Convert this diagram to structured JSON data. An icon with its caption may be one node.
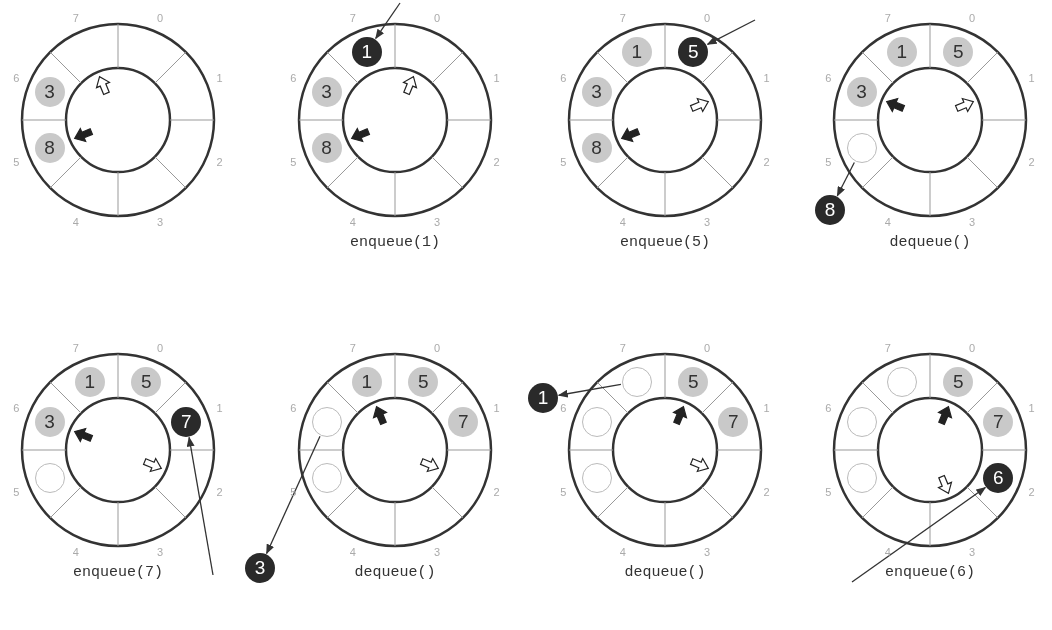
{
  "diagram": {
    "nodes": [
      {
        "text": [],
        "shape": "circle"
      },
      {
        "text": [
          "3"
        ],
        "in": 0
      },
      {
        "text": [
          "8"
        ],
        "in": 0
      },
      {
        "text": [],
        "shape": "circle",
        "beside": [
          "enqueue(1)"
        ]
      },
      {
        "text": [
          "1"
        ],
        "in": 3
      },
      {
        "text": [
          "3"
        ],
        "in": 3
      },
      {
        "text": [
          "8"
        ],
        "in": 3
      },
      {
        "text": [],
        "shape": "circle",
        "beside": [
          "enqueue(5)"
        ]
      },
      {
        "text": [
          "1"
        ],
        "in": 7
      },
      {
        "text": [
          "5"
        ],
        "in": 7
      },
      {
        "text": [
          "3"
        ],
        "in": 7
      },
      {
        "text": [
          "8"
        ],
        "in": 7
      },
      {
        "text": [],
        "shape": "circle",
        "beside": [
          "dequeue()"
        ]
      },
      {
        "text": [
          "1"
        ],
        "in": 12
      },
      {
        "text": [
          "5"
        ],
        "in": 12
      },
      {
        "text": [
          "3"
        ],
        "in": 12
      },
      {
        "text": [],
        "shape": "circle",
        "in": 12
      },
      {
        "text": [
          "8"
        ]
      },
      {
        "text": [],
        "shape": "circle",
        "beside": [
          "enqueue(7)"
        ]
      },
      {
        "text": [
          "1"
        ],
        "in": 18
      },
      {
        "text": [
          "5"
        ],
        "in": 18
      },
      {
        "text": [
          "3"
        ],
        "in": 18
      },
      {
        "text": [
          "7"
        ],
        "in": 18
      },
      {
        "text": [],
        "shape": "circle",
        "in": 18
      },
      {
        "text": [],
        "shape": "circle",
        "beside": [
          "dequeue()"
        ]
      },
      {
        "text": [
          "1"
        ],
        "in": 24
      },
      {
        "text": [
          "5"
        ],
        "in": 24
      },
      {
        "text": [],
        "shape": "circle",
        "in": 24
      },
      {
        "text": [
          "7"
        ],
        "in": 24
      },
      {
        "text": [],
        "shape": "circle",
        "in": 24
      },
      {
        "text": [
          "3"
        ]
      },
      {
        "text": [],
        "shape": "circle",
        "beside": [
          "dequeue()"
        ]
      },
      {
        "text": [
          "1"
        ]
      },
      {
        "text": [],
        "shape": "circle",
        "in": 31
      },
      {
        "text": [
          "5"
        ],
        "in": 31
      },
      {
        "text": [],
        "shape": "circle",
        "in": 31
      },
      {
        "text": [
          "7"
        ],
        "in": 31
      },
      {
        "text": [],
        "shape": "circle",
        "in": 31
      },
      {
        "text": [],
        "shape": "circle",
        "beside": [
          "enqueue(6)"
        ]
      },
      {
        "text": [],
        "shape": "circle",
        "in": 38
      },
      {
        "text": [
          "5"
        ],
        "in": 38
      },
      {
        "text": [],
        "shape": "circle",
        "in": 38
      },
      {
        "text": [
          "7"
        ],
        "in": 38
      },
      {
        "text": [],
        "shape": "circle",
        "in": 38
      },
      {
        "text": [
          "6"
        ],
        "in": 38
      },
      {
        "text": [],
        "shape": "arrow",
        "in": 0
      },
      {
        "text": [],
        "shape": "arrow",
        "in": 0
      },
      {
        "text": [],
        "shape": "arrow",
        "in": 3
      },
      {
        "text": [],
        "shape": "arrow",
        "in": 3
      },
      {
        "text": [],
        "shape": "arrow",
        "in": 7
      },
      {
        "text": [],
        "shape": "arrow",
        "in": 7
      },
      {
        "text": [],
        "shape": "arrow",
        "in": 12
      },
      {
        "text": [],
        "shape": "arrow",
        "in": 12
      },
      {
        "text": [],
        "shape": "arrow",
        "in": 18
      },
      {
        "text": [],
        "shape": "arrow",
        "in": 18
      },
      {
        "text": [],
        "shape": "arrow",
        "in": 24
      },
      {
        "text": [],
        "shape": "arrow",
        "in": 24
      },
      {
        "text": [],
        "shape": "arrow",
        "in": 31
      },
      {
        "text": [],
        "shape": "arrow",
        "in": 31
      },
      {
        "text": [],
        "shape": "arrow",
        "in": 38
      },
      {
        "text": [],
        "shape": "arrow",
        "in": 38
      }
    ],
    "edges": [
      {
        "from": null,
        "to": 4,
        "arrow": "to"
      },
      {
        "from": null,
        "to": 9,
        "arrow": "to"
      },
      {
        "from": 16,
        "to": 17,
        "arrow": "to"
      },
      {
        "from": null,
        "to": 22,
        "arrow": "to"
      },
      {
        "from": 27,
        "to": 30,
        "arrow": "to"
      },
      {
        "from": 33,
        "to": 32,
        "arrow": "to"
      },
      {
        "from": null,
        "to": 44,
        "arrow": "to"
      }
    ],
    "labels": [
      "7",
      "0",
      "6",
      "1",
      "5",
      "2",
      "4",
      "3",
      "7",
      "0",
      "6",
      "1",
      "5",
      "2",
      "4",
      "3",
      "7",
      "0",
      "6",
      "1",
      "5",
      "2",
      "4",
      "3",
      "7",
      "0",
      "6",
      "1",
      "5",
      "2",
      "4",
      "3",
      "7",
      "0",
      "6",
      "1",
      "5",
      "2",
      "4",
      "3",
      "7",
      "0",
      "6",
      "1",
      "5",
      "2",
      "4",
      "3",
      "7",
      "0",
      "6",
      "1",
      "5",
      "2",
      "4",
      "3",
      "7",
      "0",
      "6",
      "1",
      "5",
      "2",
      "4",
      "3"
    ]
  }
}
